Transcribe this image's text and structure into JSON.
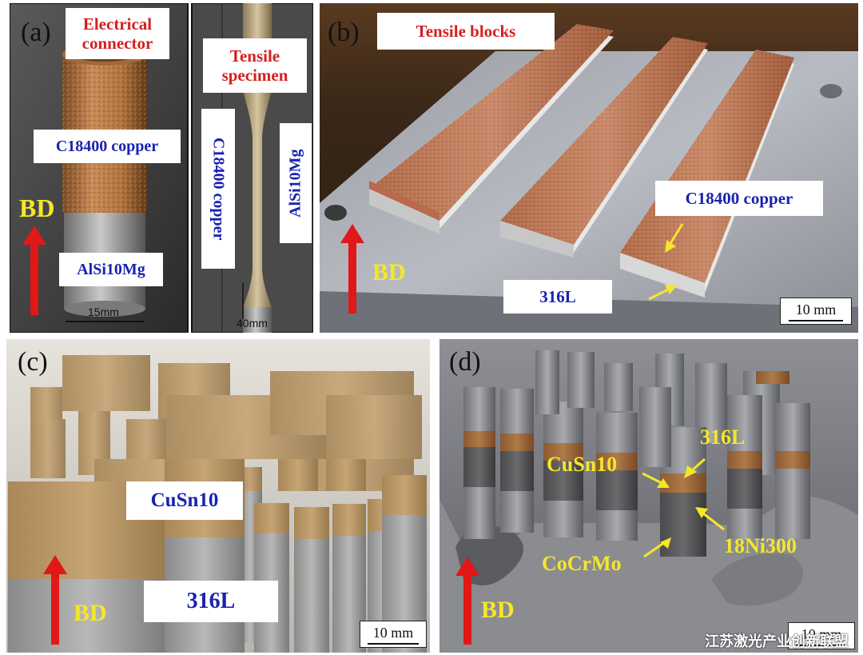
{
  "panel_a": {
    "label": "(a)",
    "electrical_connector": "Electrical\nconnector",
    "tensile_specimen": "Tensile\nspecimen",
    "c18400_copper": "C18400 copper",
    "c18400_copper_vertical": "C18400 copper",
    "alsi10mg": "AlSi10Mg",
    "alsi10mg_vertical": "AlSi10Mg",
    "bd": "BD",
    "scale_left": "15mm",
    "scale_right": "40mm"
  },
  "panel_b": {
    "label": "(b)",
    "tensile_blocks": "Tensile blocks",
    "c18400_copper": "C18400 copper",
    "steel": "316L",
    "bd": "BD",
    "scale": "10 mm"
  },
  "panel_c": {
    "label": "(c)",
    "cusn10": "CuSn10",
    "steel": "316L",
    "bd": "BD",
    "scale": "10 mm"
  },
  "panel_d": {
    "label": "(d)",
    "steel": "316L",
    "cusn10": "CuSn10",
    "maraging": "18Ni300",
    "cocrmo": "CoCrMo",
    "bd": "BD",
    "scale": "10 mm"
  },
  "watermark": "江苏激光产业创新联盟",
  "colors": {
    "bd_arrow": "#e01818",
    "label_red": "#d42020",
    "label_blue": "#1a22b0",
    "label_yellow": "#f5e62a"
  }
}
